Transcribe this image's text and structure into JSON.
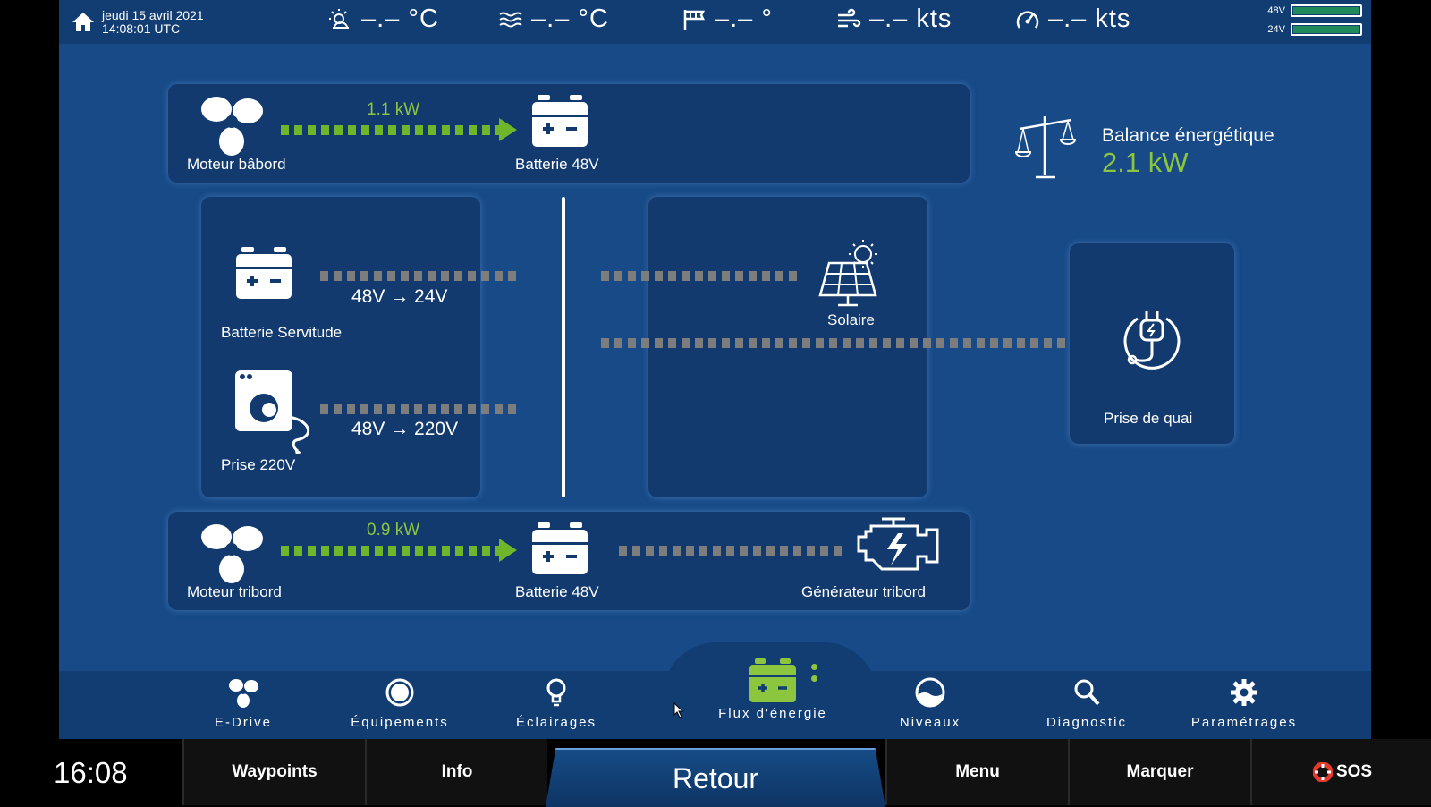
{
  "header": {
    "date": "jeudi 15 avril 2021",
    "time": "14:08:01 UTC",
    "metrics": [
      {
        "icon": "weather-temp-icon",
        "value": "–.– °C"
      },
      {
        "icon": "water-temp-icon",
        "value": "–.– °C"
      },
      {
        "icon": "wind-direction-icon",
        "value": "–.– °"
      },
      {
        "icon": "wind-speed-icon",
        "value": "–.– kts"
      },
      {
        "icon": "boat-speed-icon",
        "value": "–.– kts"
      }
    ],
    "battery_48v_label": "48V",
    "battery_24v_label": "24V",
    "battery_48v_level": 1.0,
    "battery_24v_level": 1.0
  },
  "flow": {
    "port_motor": {
      "label": "Moteur bâbord",
      "power": "1.1 kW"
    },
    "port_battery": {
      "label": "Batterie 48V"
    },
    "service_battery": {
      "label": "Batterie Servitude",
      "conversion": "48V → 24V"
    },
    "outlet_220": {
      "label": "Prise 220V",
      "conversion": "48V → 220V"
    },
    "solar": {
      "label": "Solaire"
    },
    "shore_power": {
      "label": "Prise de quai"
    },
    "balance": {
      "label": "Balance énergétique",
      "value": "2.1 kW"
    },
    "starboard_motor": {
      "label": "Moteur tribord",
      "power": "0.9 kW"
    },
    "starboard_battery": {
      "label": "Batterie 48V"
    },
    "starboard_generator": {
      "label": "Générateur tribord"
    }
  },
  "nav": {
    "items": [
      {
        "label": "E-Drive",
        "icon": "propeller-icon"
      },
      {
        "label": "Équipements",
        "icon": "circle-icon"
      },
      {
        "label": "Éclairages",
        "icon": "bulb-icon"
      },
      {
        "label": "Flux d'énergie",
        "icon": "battery-icon",
        "active": true
      },
      {
        "label": "Niveaux",
        "icon": "gauge-icon"
      },
      {
        "label": "Diagnostic",
        "icon": "search-icon"
      },
      {
        "label": "Paramétrages",
        "icon": "gear-icon"
      }
    ]
  },
  "bottom": {
    "clock": "16:08",
    "waypoints": "Waypoints",
    "info": "Info",
    "retour": "Retour",
    "menu": "Menu",
    "marquer": "Marquer",
    "sos": "SOS"
  },
  "colors": {
    "accent_green": "#8cc63f",
    "background": "#174a87",
    "panel": "#123a6e"
  }
}
